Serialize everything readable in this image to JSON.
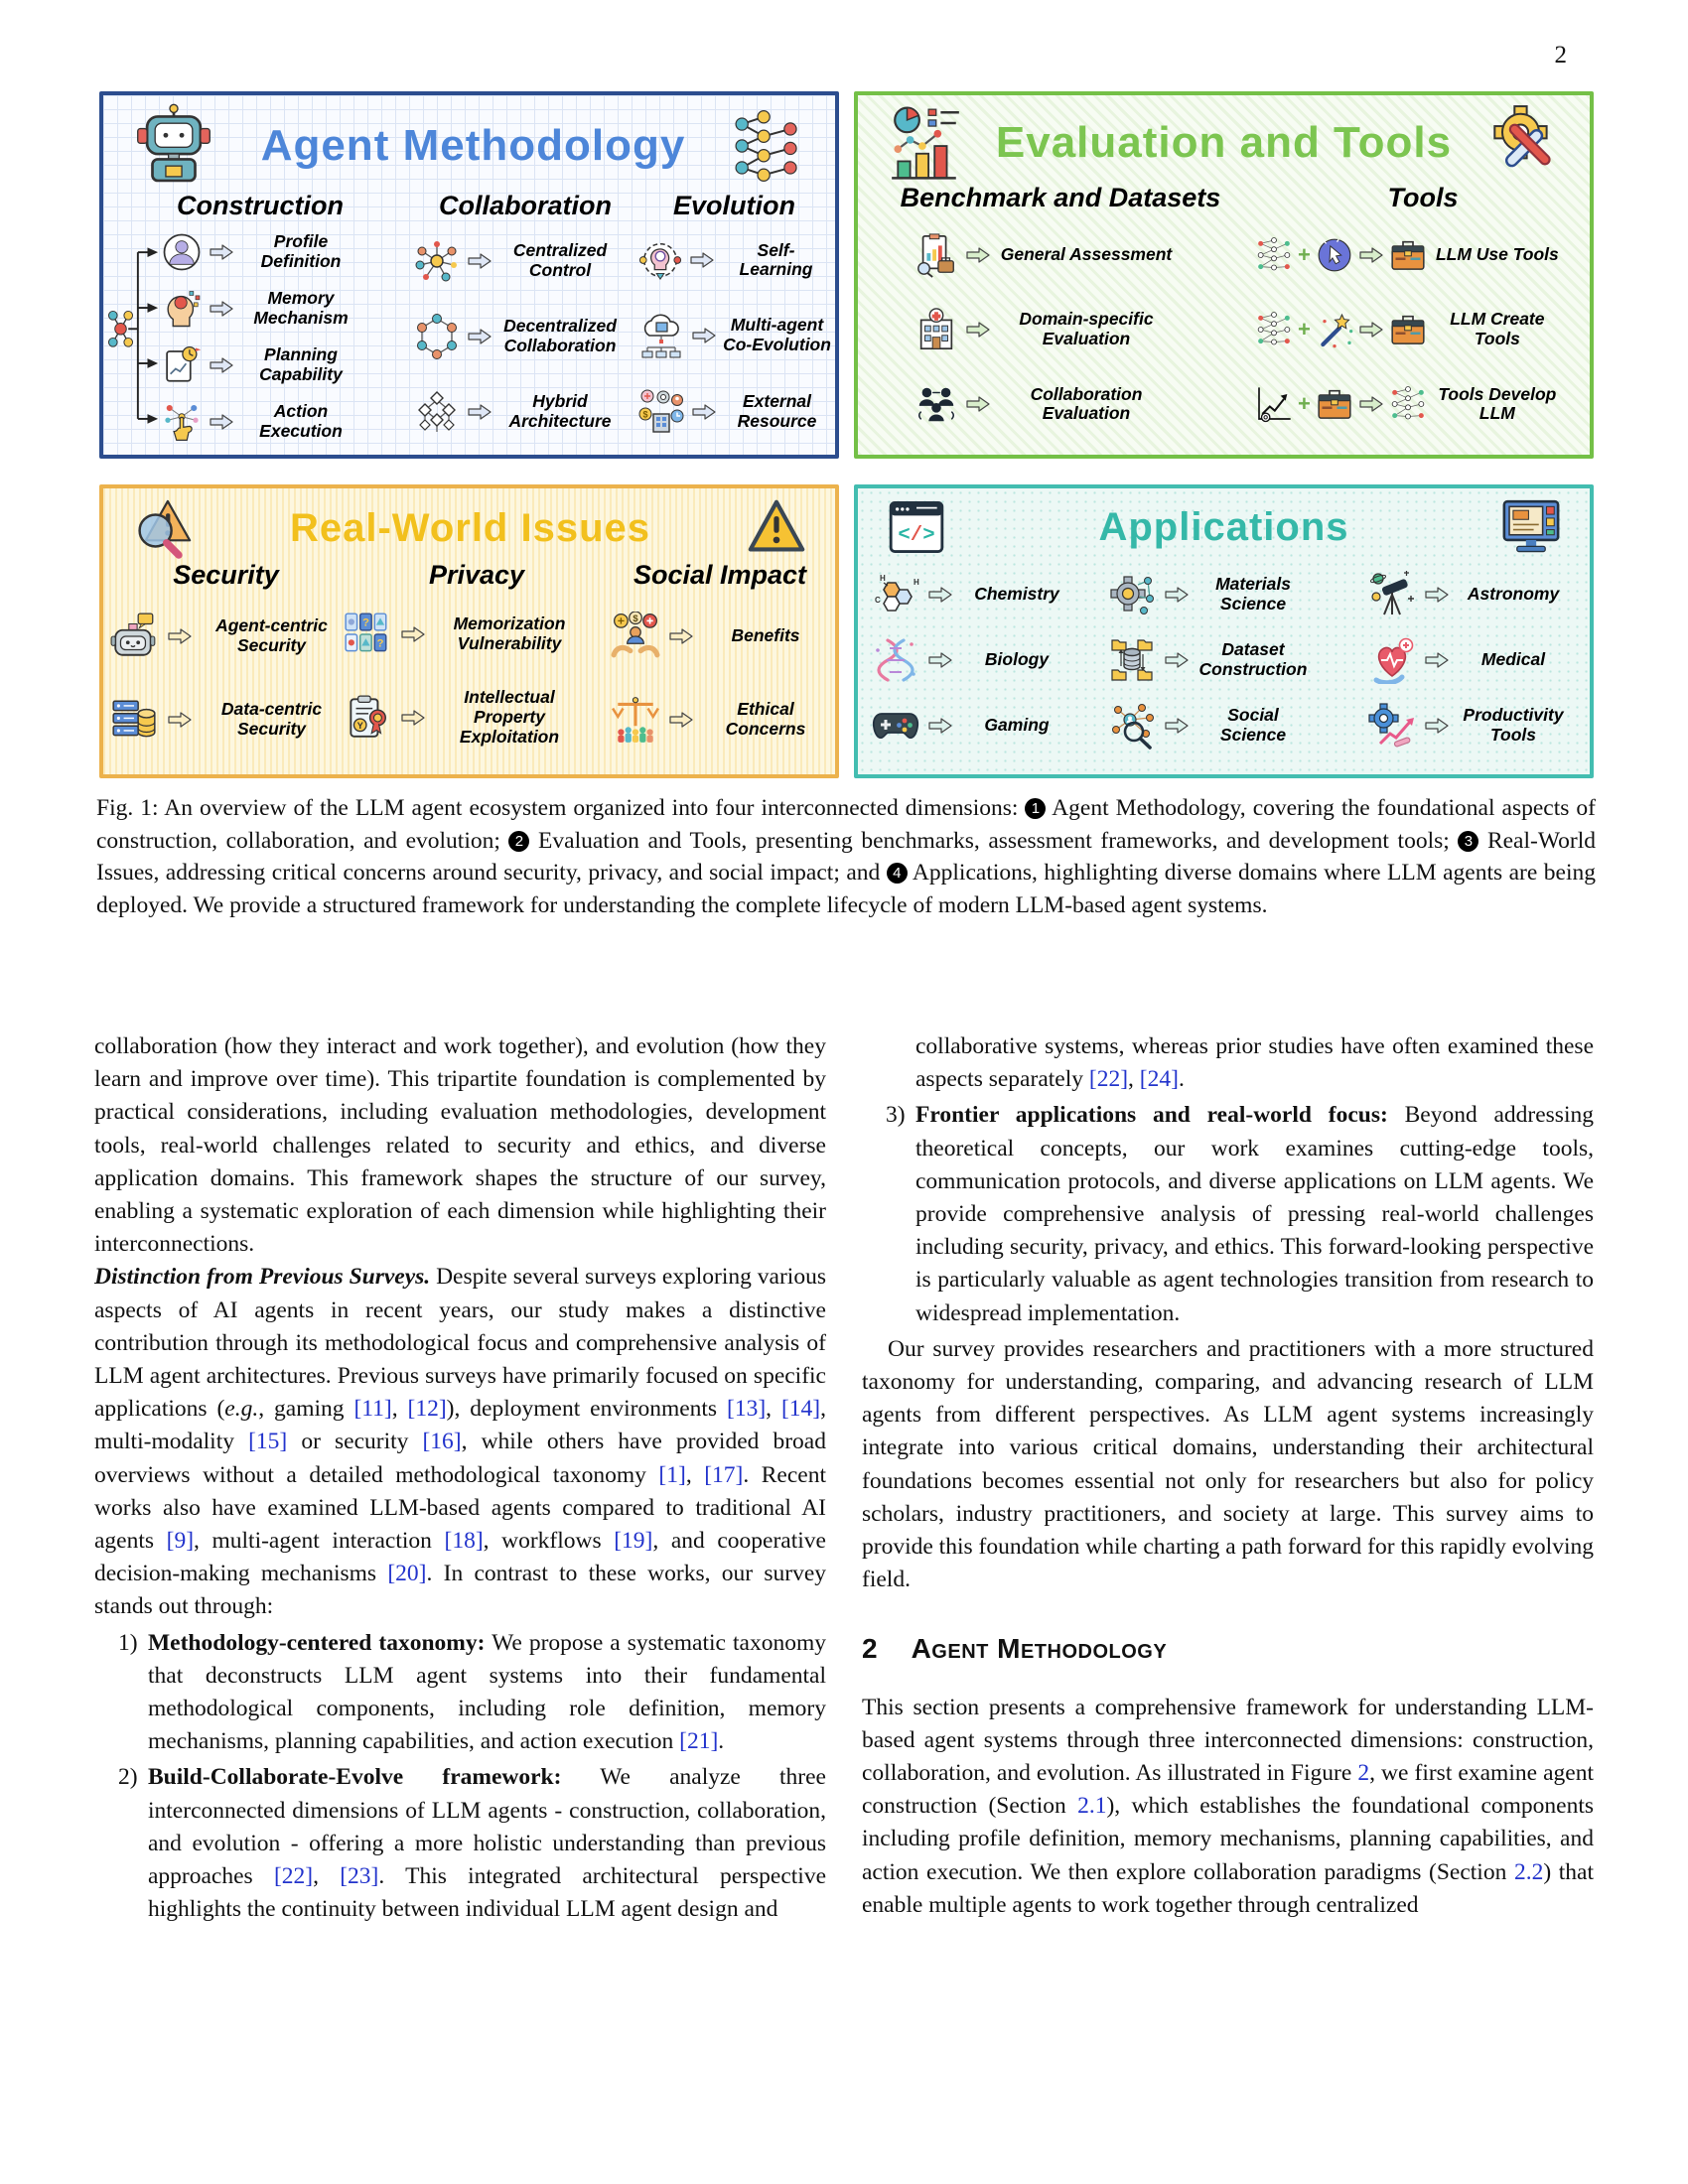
{
  "page": {
    "number": "2"
  },
  "colors": {
    "citation_blue": "#2233cc",
    "methodology_accent": "#4d86d9",
    "methodology_border": "#2c4d8e",
    "evaluation_accent": "#7cc550",
    "issues_accent": "#f2c01d",
    "issues_border": "#ecb24c",
    "applications_accent": "#35b8a8"
  },
  "figure": {
    "methodology": {
      "title": "Agent Methodology",
      "columns": [
        "Construction",
        "Collaboration",
        "Evolution"
      ],
      "construction": [
        "Profile Definition",
        "Memory Mechanism",
        "Planning Capability",
        "Action Execution"
      ],
      "collaboration": [
        "Centralized Control",
        "Decentralized Collaboration",
        "Hybrid Architecture"
      ],
      "evolution": [
        "Self-Learning",
        "Multi-agent Co-Evolution",
        "External Resource"
      ]
    },
    "evaluation": {
      "title": "Evaluation and Tools",
      "columns": [
        "Benchmark and Datasets",
        "Tools"
      ],
      "benchmark": [
        "General Assessment",
        "Domain-specific Evaluation",
        "Collaboration Evaluation"
      ],
      "tools": [
        "LLM Use Tools",
        "LLM Create Tools",
        "Tools Develop LLM"
      ]
    },
    "issues": {
      "title": "Real-World Issues",
      "columns": [
        "Security",
        "Privacy",
        "Social Impact"
      ],
      "security": [
        "Agent-centric Security",
        "Data-centric Security"
      ],
      "privacy": [
        "Memorization Vulnerability",
        "Intellectual Property Exploitation"
      ],
      "social": [
        "Benefits",
        "Ethical Concerns"
      ]
    },
    "applications": {
      "title": "Applications",
      "items": [
        "Chemistry",
        "Materials Science",
        "Astronomy",
        "Biology",
        "Dataset Construction",
        "Medical",
        "Gaming",
        "Social Science",
        "Productivity Tools"
      ]
    }
  },
  "caption": {
    "segments": [
      {
        "t": "Fig. 1: An overview of the LLM agent ecosystem organized into four interconnected dimensions: "
      },
      {
        "t": "1",
        "c": "nc"
      },
      {
        "t": " Agent Methodology, covering the foundational aspects of construction, collaboration, and evolution; "
      },
      {
        "t": "2",
        "c": "nc"
      },
      {
        "t": " Evaluation and Tools, presenting benchmarks, assessment frameworks, and development tools; "
      },
      {
        "t": "3",
        "c": "nc"
      },
      {
        "t": " Real-World Issues, addressing critical concerns around security, privacy, and social impact; and "
      },
      {
        "t": "4",
        "c": "nc"
      },
      {
        "t": " Applications, highlighting diverse domains where LLM agents are being deployed. We provide a structured framework for understanding the complete lifecycle of modern LLM-based agent systems."
      }
    ]
  },
  "body": {
    "left": {
      "p1": "collaboration (how they interact and work together), and evolution (how they learn and improve over time). This tripartite foundation is complemented by practical considerations, including evaluation methodologies, development tools, real-world challenges related to security and ethics, and diverse application domains. This framework shapes the structure of our survey, enabling a systematic exploration of each dimension while highlighting their interconnections.",
      "p2": {
        "segments": [
          {
            "t": "Distinction from Previous Surveys.",
            "c": "bi"
          },
          {
            "t": " Despite several surveys exploring various aspects of AI agents in recent years, our study makes a distinctive contribution through its methodological focus and comprehensive analysis of LLM agent architectures. Previous surveys have primarily focused on specific applications ("
          },
          {
            "t": "e.g.",
            "c": "i"
          },
          {
            "t": ", gaming "
          },
          {
            "t": "[11]",
            "c": "cite"
          },
          {
            "t": ", "
          },
          {
            "t": "[12]",
            "c": "cite"
          },
          {
            "t": "), deployment environments "
          },
          {
            "t": "[13]",
            "c": "cite"
          },
          {
            "t": ", "
          },
          {
            "t": "[14]",
            "c": "cite"
          },
          {
            "t": ", multi-modality "
          },
          {
            "t": "[15]",
            "c": "cite"
          },
          {
            "t": " or security "
          },
          {
            "t": "[16]",
            "c": "cite"
          },
          {
            "t": ", while others have provided broad overviews without a detailed methodological taxonomy "
          },
          {
            "t": "[1]",
            "c": "cite"
          },
          {
            "t": ", "
          },
          {
            "t": "[17]",
            "c": "cite"
          },
          {
            "t": ". Recent works also have examined LLM-based agents compared to traditional AI agents "
          },
          {
            "t": "[9]",
            "c": "cite"
          },
          {
            "t": ", multi-agent interaction "
          },
          {
            "t": "[18]",
            "c": "cite"
          },
          {
            "t": ", workflows "
          },
          {
            "t": "[19]",
            "c": "cite"
          },
          {
            "t": ", and cooperative decision-making mechanisms "
          },
          {
            "t": "[20]",
            "c": "cite"
          },
          {
            "t": ". In contrast to these works, our survey stands out through:"
          }
        ]
      },
      "list": [
        {
          "num": "1)",
          "segments": [
            {
              "t": "Methodology-centered taxonomy:",
              "c": "b"
            },
            {
              "t": " We propose a systematic taxonomy that deconstructs LLM agent systems into their fundamental methodological components, including role definition, memory mechanisms, planning capabilities, and action execution "
            },
            {
              "t": "[21]",
              "c": "cite"
            },
            {
              "t": "."
            }
          ]
        },
        {
          "num": "2)",
          "segments": [
            {
              "t": "Build-Collaborate-Evolve framework:",
              "c": "b"
            },
            {
              "t": " We analyze three interconnected dimensions of LLM agents - construction, collaboration, and evolution - offering a more holistic understanding than previous approaches "
            },
            {
              "t": "[22]",
              "c": "cite"
            },
            {
              "t": ", "
            },
            {
              "t": "[23]",
              "c": "cite"
            },
            {
              "t": ". This integrated architectural perspective highlights the continuity between individual LLM agent design and"
            }
          ]
        }
      ]
    },
    "right": {
      "cont": {
        "segments": [
          {
            "t": "collaborative systems, whereas prior studies have often examined these aspects separately "
          },
          {
            "t": "[22]",
            "c": "cite"
          },
          {
            "t": ", "
          },
          {
            "t": "[24]",
            "c": "cite"
          },
          {
            "t": "."
          }
        ]
      },
      "list": [
        {
          "num": "3)",
          "segments": [
            {
              "t": "Frontier applications and real-world focus:",
              "c": "b"
            },
            {
              "t": " Beyond addressing theoretical concepts, our work examines cutting-edge tools, communication protocols, and diverse applications on LLM agents. We provide comprehensive analysis of pressing real-world challenges including security, privacy, and ethics. This forward-looking perspective is particularly valuable as agent technologies transition from research to widespread implementation."
            }
          ]
        }
      ],
      "p1": "Our survey provides researchers and practitioners with a more structured taxonomy for understanding, comparing, and advancing research of LLM agents from different perspectives. As LLM agent systems increasingly integrate into various critical domains, understanding their architectural foundations becomes essential not only for researchers but also for policy scholars, industry practitioners, and society at large. This survey aims to provide this foundation while charting a path forward for this rapidly evolving field.",
      "p2": {
        "segments": [
          {
            "t": "This section presents a comprehensive framework for understanding LLM-based agent systems through three interconnected dimensions: construction, collaboration, and evolution. As illustrated in Figure "
          },
          {
            "t": "2",
            "c": "cite"
          },
          {
            "t": ", we first examine agent construction (Section "
          },
          {
            "t": "2.1",
            "c": "cite"
          },
          {
            "t": "), which establishes the foundational components including profile definition, memory mechanisms, planning capabilities, and action execution. We then explore collaboration paradigms (Section "
          },
          {
            "t": "2.2",
            "c": "cite"
          },
          {
            "t": ") that enable multiple agents to work together through centralized"
          }
        ]
      }
    }
  },
  "section": {
    "number": "2",
    "title": "Agent Methodology"
  }
}
